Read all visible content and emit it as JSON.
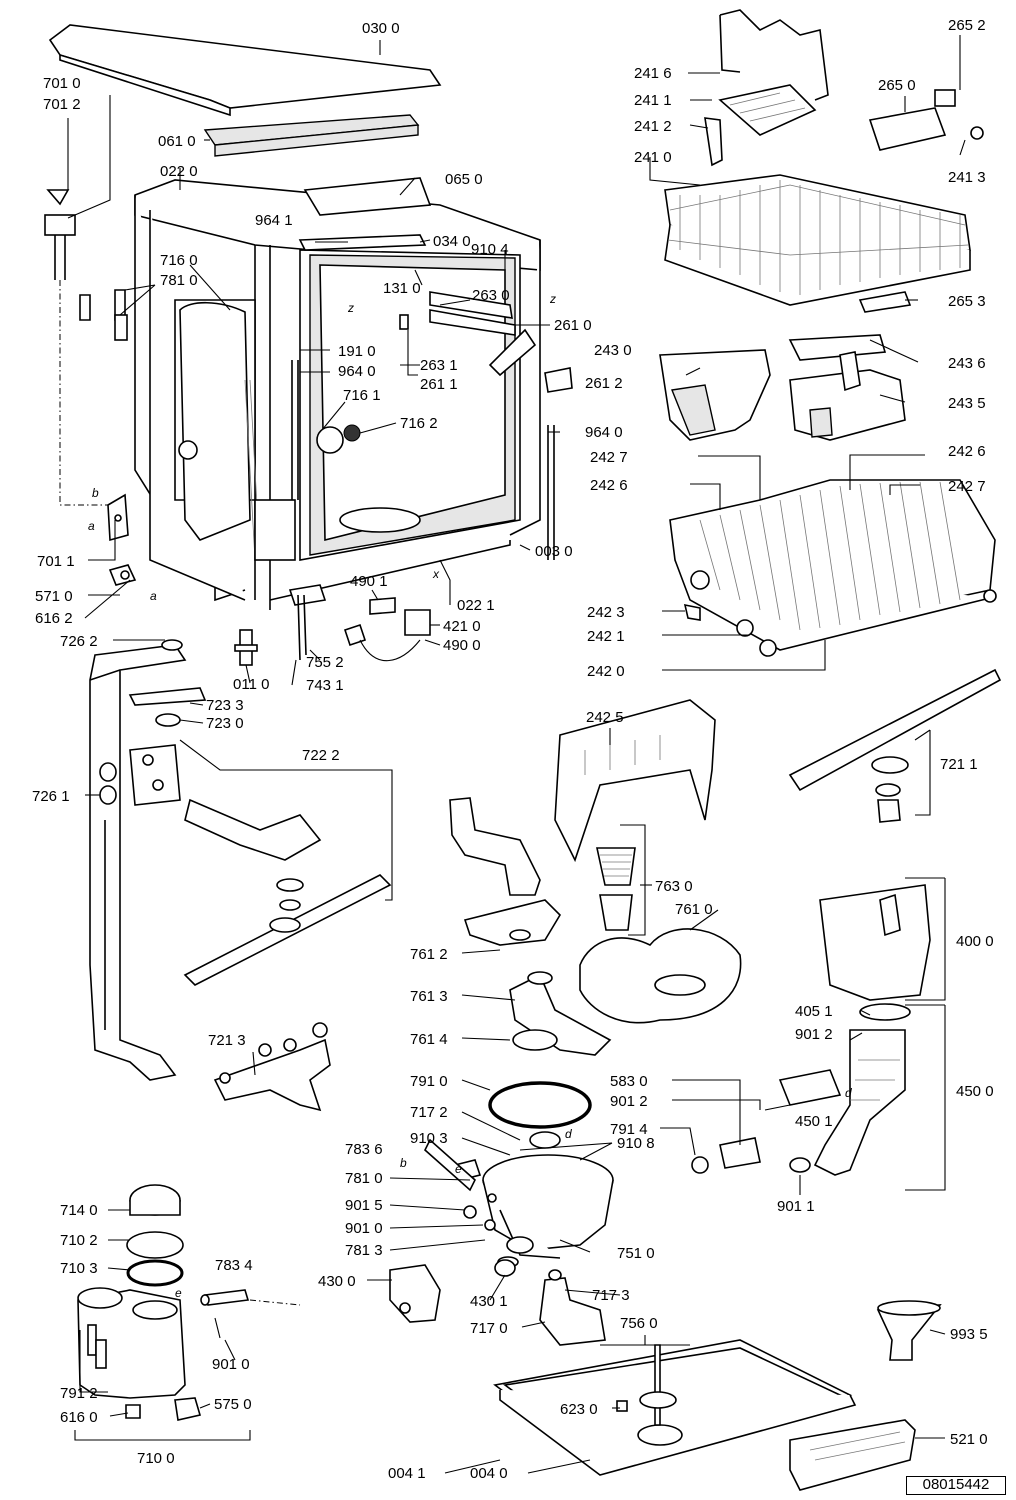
{
  "document_number": "08015442",
  "labels": {
    "p0300": "030 0",
    "p7010": "701 0",
    "p7012": "701 2",
    "p0610": "061 0",
    "p0220": "022 0",
    "p0650": "065 0",
    "p9641": "964 1",
    "p0340": "034 0",
    "p9104": "910 4",
    "p1310": "131 0",
    "p2630": "263 0",
    "p7160": "716 0",
    "p7810": "781 0",
    "p2610": "261 0",
    "p1910": "191 0",
    "p9640a": "964 0",
    "p2631": "263 1",
    "p2611": "261 1",
    "p2612": "261 2",
    "p7161": "716 1",
    "p7162": "716 2",
    "p9640b": "964 0",
    "p7011": "701 1",
    "p0030": "003 0",
    "p5710": "571 0",
    "p6162": "616 2",
    "p4901": "490 1",
    "p0221": "022 1",
    "p4210": "421 0",
    "p4900": "490 0",
    "p7262": "726 2",
    "p0110": "011 0",
    "p7552": "755 2",
    "p7431": "743 1",
    "p7233": "723 3",
    "p7230": "723 0",
    "p7222": "722 2",
    "p7261": "726 1",
    "p2416": "241 6",
    "p2411": "241 1",
    "p2412": "241 2",
    "p2410": "241 0",
    "p2652": "265 2",
    "p2650": "265 0",
    "p2413": "241 3",
    "p2653": "265 3",
    "p2430": "243 0",
    "p2436": "243 6",
    "p2435": "243 5",
    "p2427a": "242 7",
    "p2426a": "242 6",
    "p2426b": "242 6",
    "p2427b": "242 7",
    "p2423": "242 3",
    "p2421": "242 1",
    "p2420": "242 0",
    "p2425": "242 5",
    "p7211": "721 1",
    "p7630": "763 0",
    "p7610": "761 0",
    "p4000": "400 0",
    "p7612": "761 2",
    "p7613": "761 3",
    "p4051": "405 1",
    "p9012a": "901 2",
    "p7614": "761 4",
    "p4500": "450 0",
    "p7213": "721 3",
    "p7910": "791 0",
    "p5830": "583 0",
    "p9012b": "901 2",
    "p4501": "450 1",
    "p7172": "717 2",
    "p7914": "791 4",
    "p9103": "910 3",
    "p9108": "910 8",
    "p7836": "783 6",
    "p7810b": "781 0",
    "p9011": "901 1",
    "p7140": "714 0",
    "p9015": "901 5",
    "p9010a": "901 0",
    "p7102": "710 2",
    "p7813": "781 3",
    "p7510": "751 0",
    "p7103": "710 3",
    "p7834": "783 4",
    "p4300": "430 0",
    "p4301": "430 1",
    "p7173": "717 3",
    "p7170": "717 0",
    "p7560": "756 0",
    "p9010b": "901 0",
    "p9935": "993 5",
    "p7912": "791 2",
    "p6160": "616 0",
    "p5750": "575 0",
    "p6230": "623 0",
    "p7100": "710 0",
    "p5210": "521 0",
    "p0041": "004 1",
    "p0040": "004 0"
  },
  "connectors": {
    "a1": "a",
    "b1": "b",
    "a2": "a",
    "z1": "z",
    "z2": "z",
    "x1": "x",
    "d1": "d",
    "d2": "d",
    "b2": "b",
    "e1": "e",
    "e2": "e"
  }
}
